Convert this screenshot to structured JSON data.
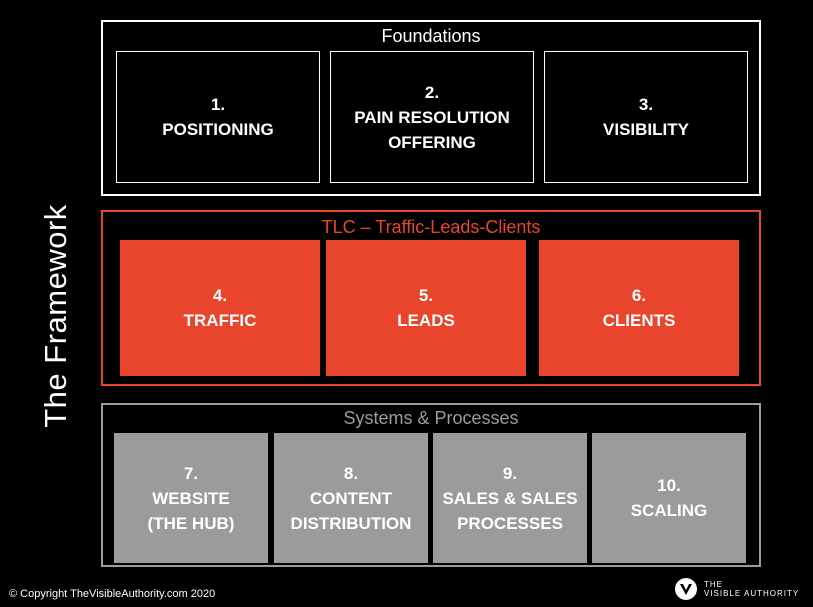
{
  "side_title": "The Framework",
  "foundations": {
    "title": "Foundations",
    "items": [
      {
        "number": "1.",
        "lines": [
          "POSITIONING"
        ]
      },
      {
        "number": "2.",
        "lines": [
          "PAIN RESOLUTION",
          "OFFERING"
        ]
      },
      {
        "number": "3.",
        "lines": [
          "VISIBILITY"
        ]
      }
    ]
  },
  "tlc": {
    "title": "TLC – Traffic-Leads-Clients",
    "items": [
      {
        "number": "4.",
        "lines": [
          "TRAFFIC"
        ]
      },
      {
        "number": "5.",
        "lines": [
          "LEADS"
        ]
      },
      {
        "number": "6.",
        "lines": [
          "CLIENTS"
        ]
      }
    ]
  },
  "systems": {
    "title": "Systems & Processes",
    "items": [
      {
        "number": "7.",
        "lines": [
          "WEBSITE",
          "(THE HUB)"
        ]
      },
      {
        "number": "8.",
        "lines": [
          "CONTENT",
          "DISTRIBUTION"
        ]
      },
      {
        "number": "9.",
        "lines": [
          "SALES & SALES",
          "PROCESSES"
        ]
      },
      {
        "number": "10.",
        "lines": [
          "SCALING"
        ]
      }
    ]
  },
  "footer": {
    "copyright": "© Copyright TheVisibleAuthority.com 2020",
    "logo_line1": "THE",
    "logo_line2": "VISIBLE AUTHORITY"
  },
  "colors": {
    "accent_red": "#e8452c",
    "muted_gray": "#9b9b9b",
    "background": "#000000",
    "foreground": "#ffffff"
  }
}
